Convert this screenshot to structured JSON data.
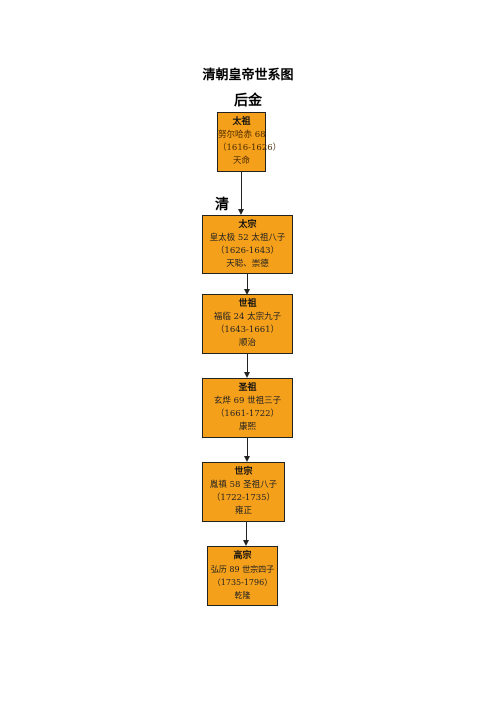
{
  "title": "清朝皇帝世系图",
  "dynasty_houjin": "后金",
  "dynasty_qing": "清",
  "emperors": [
    {
      "name": "太祖",
      "line1": "努尔哈赤 68",
      "line2": "（1616-1626）",
      "era": "天命"
    },
    {
      "name": "太宗",
      "line1": "皇太极 52 太祖八子",
      "line2": "（1626-1643）",
      "era": "天聪、崇德"
    },
    {
      "name": "世祖",
      "line1": "福临 24 太宗九子",
      "line2": "（1643-1661）",
      "era": "顺治"
    },
    {
      "name": "圣祖",
      "line1": "玄烨 69 世祖三子",
      "line2": "（1661-1722）",
      "era": "康熙"
    },
    {
      "name": "世宗",
      "line1": "胤禛 58 圣祖八子",
      "line2": "（1722-1735）",
      "era": "雍正"
    },
    {
      "name": "高宗",
      "line1": "弘历 89 世宗四子",
      "line2": "（1735-1796）",
      "era": "乾隆"
    }
  ]
}
